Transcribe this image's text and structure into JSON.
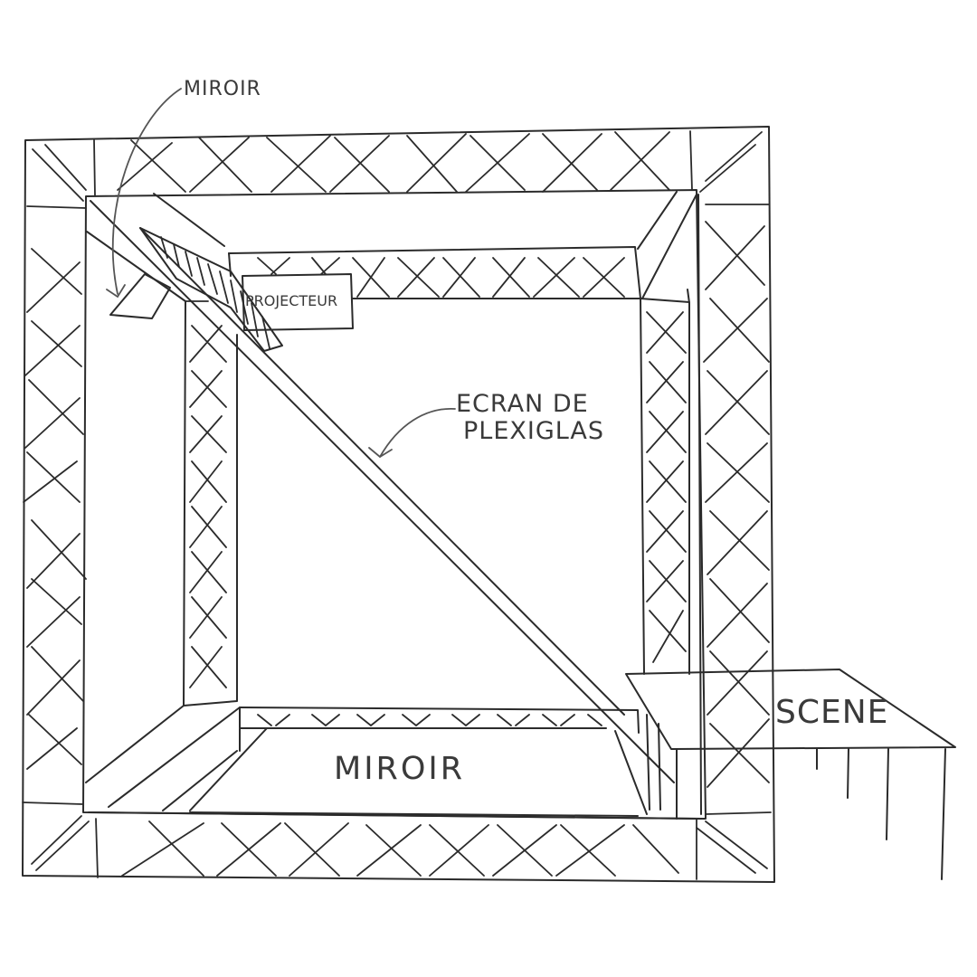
{
  "labels": {
    "mirror_top": "MIROIR",
    "projector": "PROJECTEUR",
    "screen_line1": "ECRAN DE",
    "screen_line2": "PLEXIGLAS",
    "stage": "SCENE",
    "mirror_floor": "MIROIR"
  },
  "colors": {
    "ink": "#2b2b2b",
    "text": "#3a3a3a",
    "background": "#ffffff"
  }
}
